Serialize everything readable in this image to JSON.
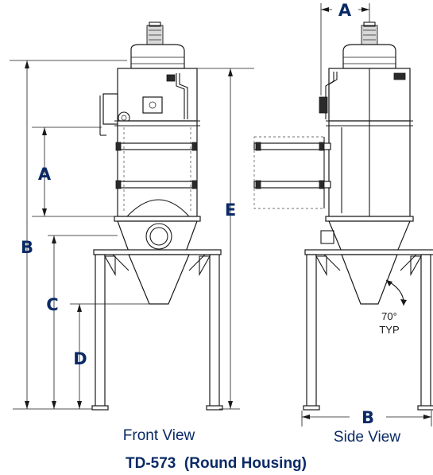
{
  "dimensions": {
    "a": "A",
    "b": "B",
    "c": "C",
    "d": "D",
    "e": "E"
  },
  "views": {
    "front": "Front View",
    "side": "Side View"
  },
  "angle_note": {
    "degrees": "70°",
    "typ": "TYP"
  },
  "title": "TD-573  (Round Housing)",
  "colors": {
    "label_blue": "#0a2a66",
    "line": "#1a1a1a"
  }
}
